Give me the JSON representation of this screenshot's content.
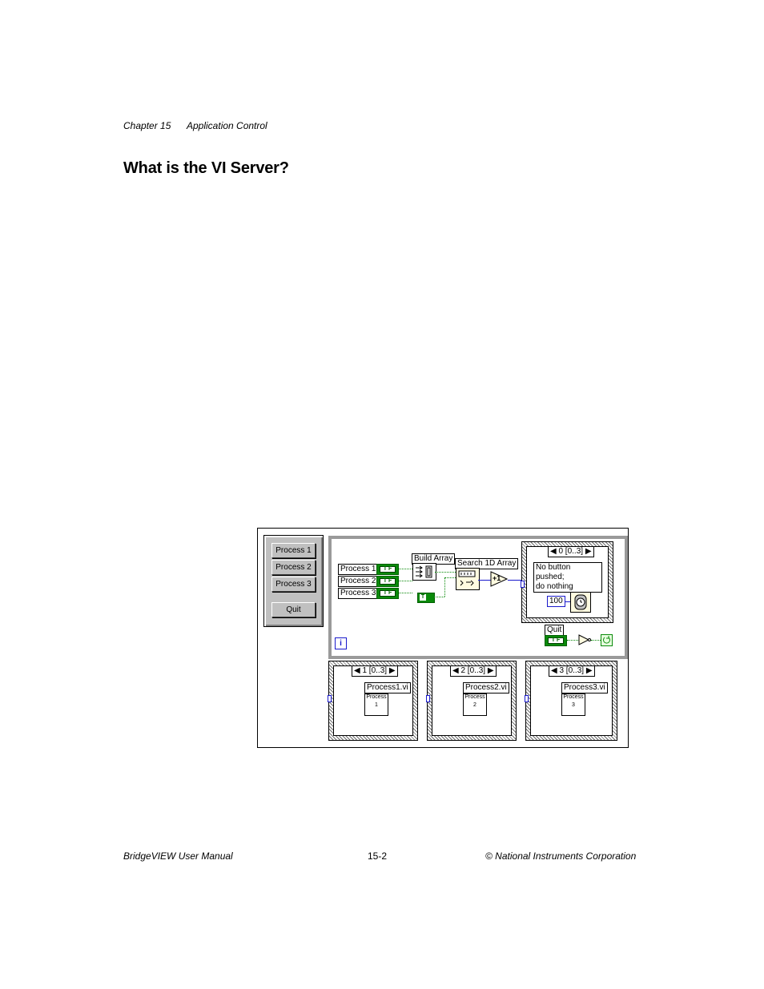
{
  "header": {
    "chapter": "Chapter 15",
    "section": "Application Control"
  },
  "heading": "What is the VI Server?",
  "figure": {
    "front_panel": {
      "buttons": [
        "Process 1",
        "Process 2",
        "Process 3"
      ],
      "quit": "Quit"
    },
    "diagram": {
      "controls": [
        "Process 1",
        "Process 2",
        "Process 3"
      ],
      "tf_glyph": "T F",
      "true_const": "T",
      "build_array": "Build Array",
      "search_array": "Search 1D Array",
      "increment": "+1",
      "case_top": {
        "selector": "0 [0..3]",
        "comment_line1": "No button pushed;",
        "comment_line2": "do nothing",
        "wait_ms": "100"
      },
      "quit_label": "Quit",
      "info": "i",
      "cases": [
        {
          "selector": "1 [0..3]",
          "vi": "Process1.vi",
          "icon_top": "Process",
          "icon_num": "1"
        },
        {
          "selector": "2 [0..3]",
          "vi": "Process2.vi",
          "icon_top": "Process",
          "icon_num": "2"
        },
        {
          "selector": "3 [0..3]",
          "vi": "Process3.vi",
          "icon_top": "Process",
          "icon_num": "3"
        }
      ]
    }
  },
  "footer": {
    "manual": "BridgeVIEW User Manual",
    "page": "15-2",
    "copyright": "© National Instruments Corporation"
  },
  "colors": {
    "boolean_green": "#0a8a0a",
    "numeric_blue": "#1a1acc",
    "panel_gray": "#c0c0c0"
  }
}
